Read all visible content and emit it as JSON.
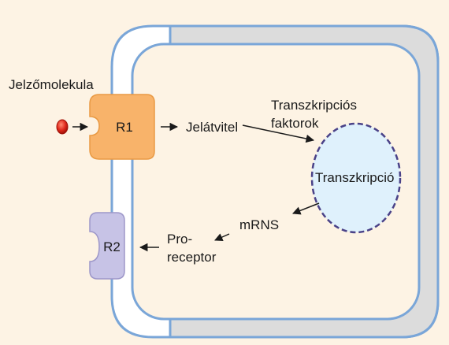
{
  "labels": {
    "signal_molecule": "Jelzőmolekula",
    "receptor_1": "R1",
    "receptor_2": "R2",
    "signal_transduction": "Jelátvitel",
    "transcription_factors_line1": "Transzkripciós",
    "transcription_factors_line2": "faktorok",
    "transcription": "Transzkripció",
    "mrna": "mRNS",
    "proreceptor_line1": "Pro-",
    "proreceptor_line2": "receptor"
  },
  "colors": {
    "background": "#fdf3e4",
    "cytoplasm": "#fdf3e4",
    "membrane": "#7aa6d8",
    "membrane_fill": "#ffffff",
    "outer_region": "#dcdcdc",
    "receptor_1_fill": "#f8b36a",
    "receptor_2_fill": "#c7c3e6",
    "signal_molecule": "#e0291c",
    "nucleus_fill": "#dff1fc",
    "nucleus_border": "#4a4288",
    "arrows": "#1a1a1a"
  }
}
